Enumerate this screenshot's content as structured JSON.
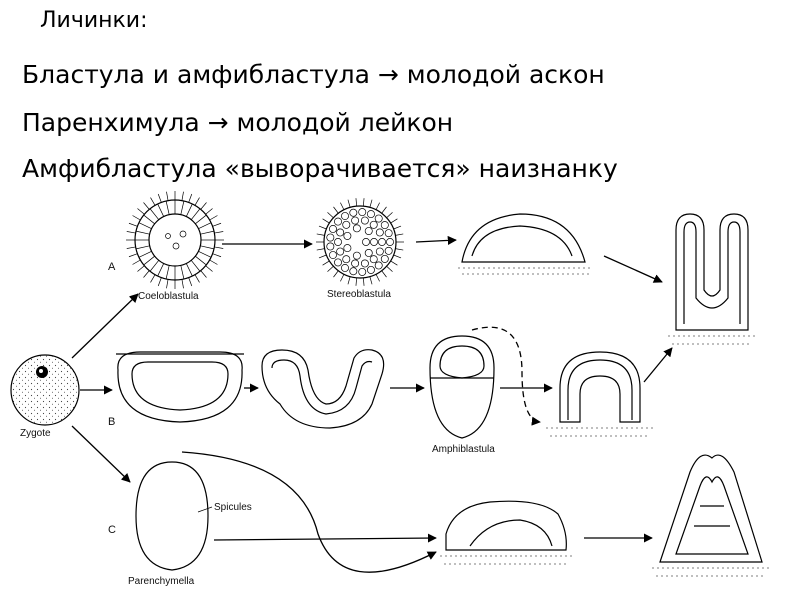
{
  "slide": {
    "heading": "Личинки:",
    "lines": [
      "Бластула и амфибластула → молодой аскон",
      "Паренхимула → молодой лейкон",
      "Амфибластула «выворачивается» наизнанку"
    ]
  },
  "diagram": {
    "labels": {
      "zygote": "Zygote",
      "coeloblastula": "Coeloblastula",
      "stereoblastula": "Stereoblastula",
      "amphiblastula": "Amphiblastula",
      "spicules": "Spicules",
      "parenchymella": "Parenchymella"
    },
    "rows": [
      "A",
      "B",
      "C"
    ]
  }
}
